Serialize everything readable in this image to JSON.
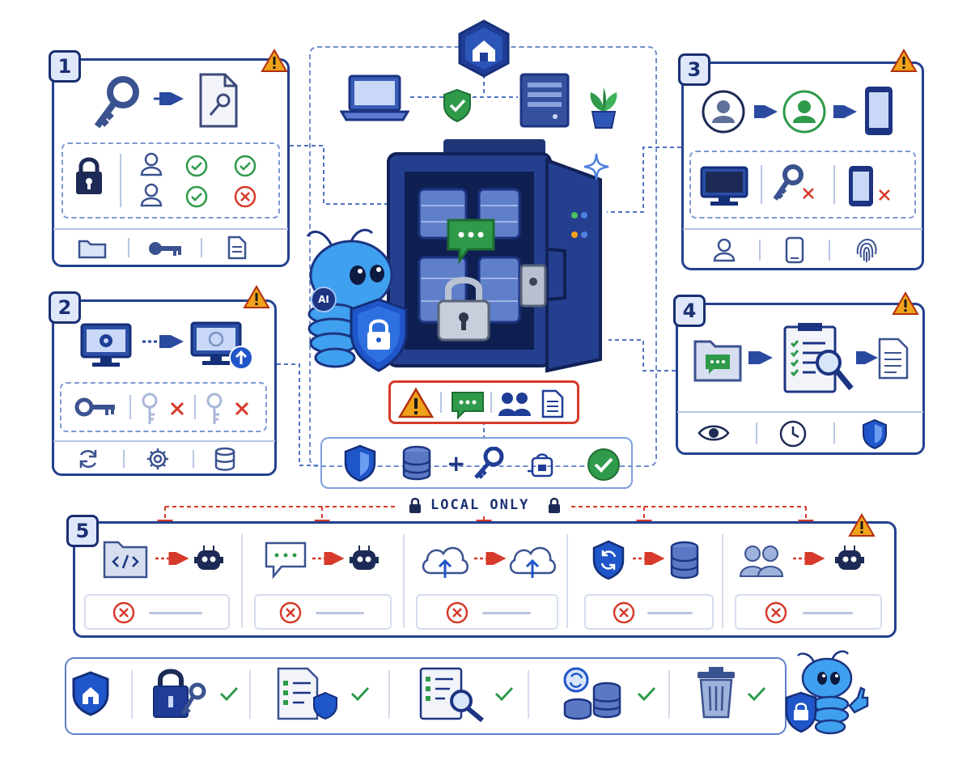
{
  "banner": {
    "label": "LOCAL ONLY"
  },
  "steps": {
    "s1": "1",
    "s2": "2",
    "s3": "3",
    "s4": "4",
    "s5": "5"
  },
  "center": {
    "robot_badge": "AI"
  },
  "colors": {
    "navy": "#1e3a8a",
    "accent": "#2f6fd6",
    "warning": "#f0a21a",
    "danger": "#d63a2a",
    "success": "#2e9a4a"
  },
  "icons": {
    "top": [
      "home-shield-icon",
      "laptop-icon",
      "shield-check-icon",
      "server-icon",
      "plant-icon"
    ],
    "panel1": [
      "key-icon",
      "file-key-icon",
      "padlock-icon",
      "user-icon",
      "check-icon",
      "cross-icon",
      "folder-icon",
      "file-icon"
    ],
    "panel2": [
      "monitor-gear-icon",
      "monitor-upload-icon",
      "key-icon",
      "broken-key-icon",
      "refresh-icon",
      "gear-icon",
      "database-icon"
    ],
    "panel3": [
      "user-circle-icon",
      "phone-icon",
      "monitor-icon",
      "key-icon",
      "fingerprint-icon"
    ],
    "panel4": [
      "folder-chat-icon",
      "clipboard-search-icon",
      "file-icon",
      "eye-icon",
      "clock-icon",
      "shield-icon"
    ],
    "panel5": [
      "code-folder-icon",
      "chat-icon",
      "cloud-upload-icon",
      "sync-shield-icon",
      "users-icon",
      "robot-icon",
      "database-icon"
    ],
    "bottom": [
      "home-shield-icon",
      "lock-key-icon",
      "doc-shield-icon",
      "clipboard-search-icon",
      "sync-database-icon",
      "trash-icon"
    ]
  }
}
